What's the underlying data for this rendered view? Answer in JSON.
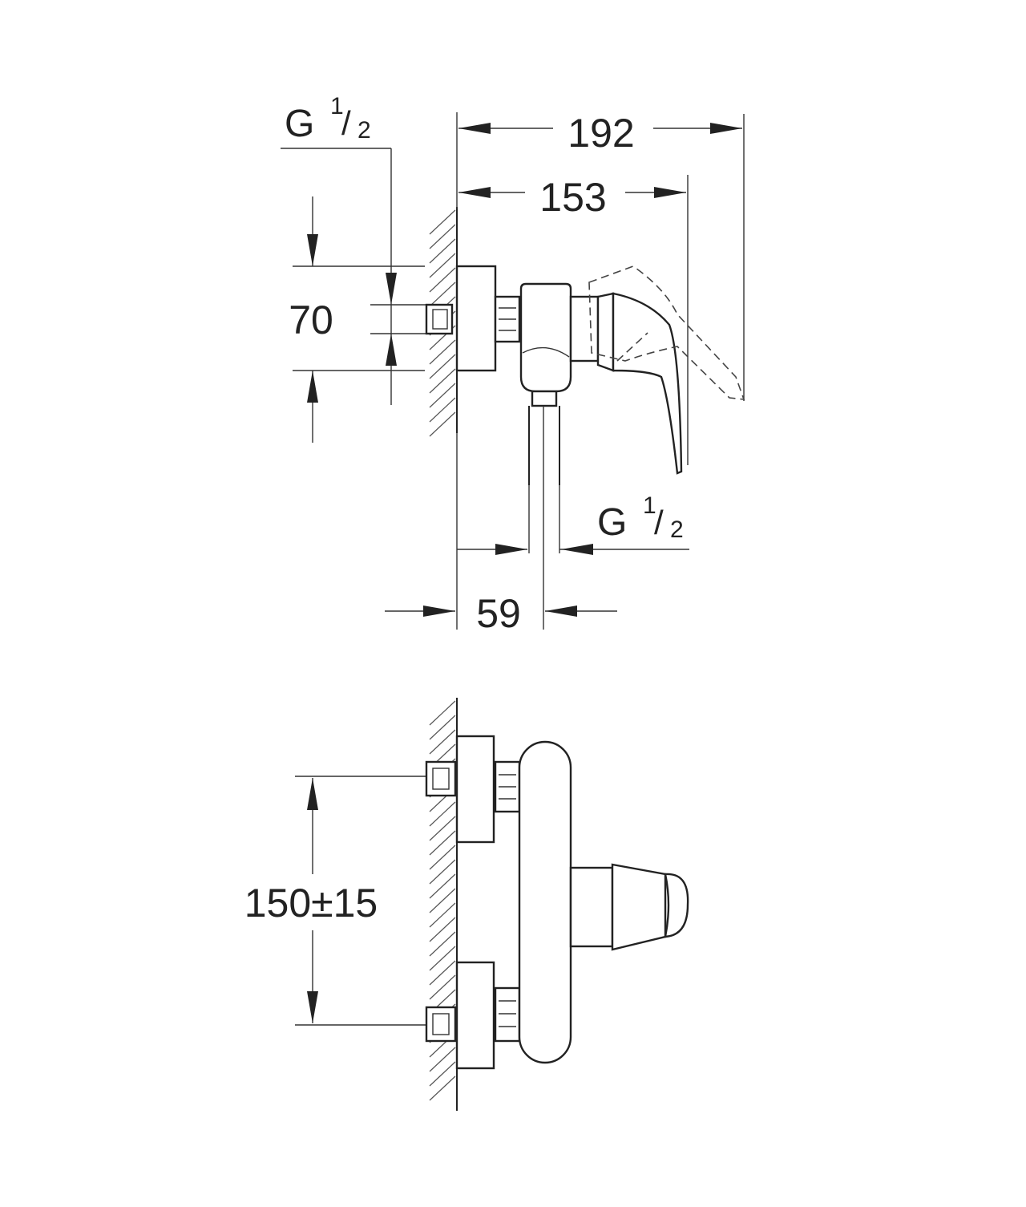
{
  "dimensions": {
    "overall_depth": "192",
    "body_depth": "153",
    "inlet_height": "70",
    "outlet_offset": "59",
    "center_distance": "150±15"
  },
  "threads": {
    "inlet": {
      "letter": "G",
      "numerator": "1",
      "denominator": "2"
    },
    "outlet": {
      "letter": "G",
      "numerator": "1",
      "denominator": "2"
    }
  }
}
